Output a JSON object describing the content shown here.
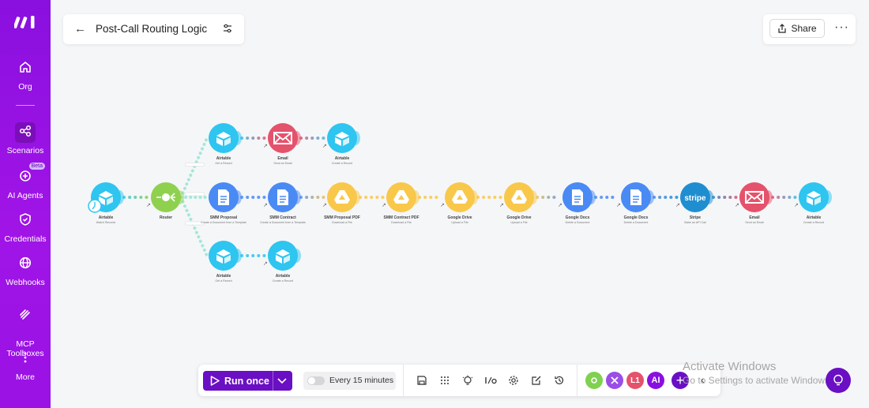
{
  "sidebar": {
    "items": [
      {
        "label": "Org",
        "icon": "home-icon"
      },
      {
        "label": "Scenarios",
        "icon": "share-nodes-icon"
      },
      {
        "label": "AI Agents",
        "icon": "ai-agent-icon",
        "badge": "Beta"
      },
      {
        "label": "Credentials",
        "icon": "shield-icon"
      },
      {
        "label": "Webhooks",
        "icon": "globe-icon"
      },
      {
        "label": "MCP\nToolboxes",
        "icon": "mcp-icon"
      },
      {
        "label": "More",
        "icon": "vertical-dots-icon"
      }
    ]
  },
  "header": {
    "title": "Post-Call Routing Logic",
    "share_label": "Share"
  },
  "nodes": [
    {
      "id": "trigger",
      "label": "Airtable",
      "sub": "Watch Records",
      "app": "airtable",
      "color": "#2ec5f0"
    },
    {
      "id": "router",
      "label": "Router",
      "sub": "",
      "app": "router",
      "color": "#8fd14f"
    },
    {
      "id": "t1",
      "label": "Airtable",
      "sub": "Get a Record",
      "app": "airtable",
      "color": "#2ec5f0"
    },
    {
      "id": "t2",
      "label": "Email",
      "sub": "Send an Email",
      "app": "email",
      "color": "#e5526b"
    },
    {
      "id": "t3",
      "label": "Airtable",
      "sub": "Create a Record",
      "app": "airtable",
      "color": "#2ec5f0"
    },
    {
      "id": "m1",
      "label": "SMM Proposal",
      "sub": "Create a Document from a Template",
      "app": "docs",
      "color": "#4a8af4"
    },
    {
      "id": "m2",
      "label": "SMM Contract",
      "sub": "Create a Document from a Template",
      "app": "docs",
      "color": "#4a8af4"
    },
    {
      "id": "m3",
      "label": "SMM Proposal PDF",
      "sub": "Download a File",
      "app": "drive",
      "color": "#f9c84a"
    },
    {
      "id": "m4",
      "label": "SMM Contract PDF",
      "sub": "Download a File",
      "app": "drive",
      "color": "#f9c84a"
    },
    {
      "id": "m5",
      "label": "Google Drive",
      "sub": "Upload a File",
      "app": "drive",
      "color": "#f9c84a"
    },
    {
      "id": "m6",
      "label": "Google Drive",
      "sub": "Upload a File",
      "app": "drive",
      "color": "#f9c84a"
    },
    {
      "id": "m7",
      "label": "Google Docs",
      "sub": "Delete a Document",
      "app": "docs",
      "color": "#4a8af4"
    },
    {
      "id": "m8",
      "label": "Google Docs",
      "sub": "Delete a Document",
      "app": "docs",
      "color": "#4a8af4"
    },
    {
      "id": "m9",
      "label": "Stripe",
      "sub": "Make an API Call",
      "app": "stripe",
      "color": "#1f8ed1"
    },
    {
      "id": "m10",
      "label": "Email",
      "sub": "Send an Email",
      "app": "email",
      "color": "#e5526b"
    },
    {
      "id": "m11",
      "label": "Airtable",
      "sub": "Create a Record",
      "app": "airtable",
      "color": "#2ec5f0"
    },
    {
      "id": "b1",
      "label": "Airtable",
      "sub": "Get a Record",
      "app": "airtable",
      "color": "#2ec5f0"
    },
    {
      "id": "b2",
      "label": "Airtable",
      "sub": "Create a Record",
      "app": "airtable",
      "color": "#2ec5f0"
    }
  ],
  "stripe_text": "stripe",
  "toolbar": {
    "run_label": "Run once",
    "schedule_label": "Every 15 minutes",
    "apps": [
      {
        "label": "",
        "color": "#7fd14f",
        "icon": "router-app-icon"
      },
      {
        "label": "",
        "color": "#9a4ee6",
        "icon": "tools-app-icon"
      },
      {
        "label": "L1",
        "color": "#e5526b",
        "icon": "flow-control-app-icon"
      },
      {
        "label": "AI",
        "color": "#8a10df",
        "icon": "ai-app-icon"
      }
    ]
  },
  "watermark": {
    "line1": "Activate Windows",
    "line2": "Go to Settings to activate Windows."
  }
}
